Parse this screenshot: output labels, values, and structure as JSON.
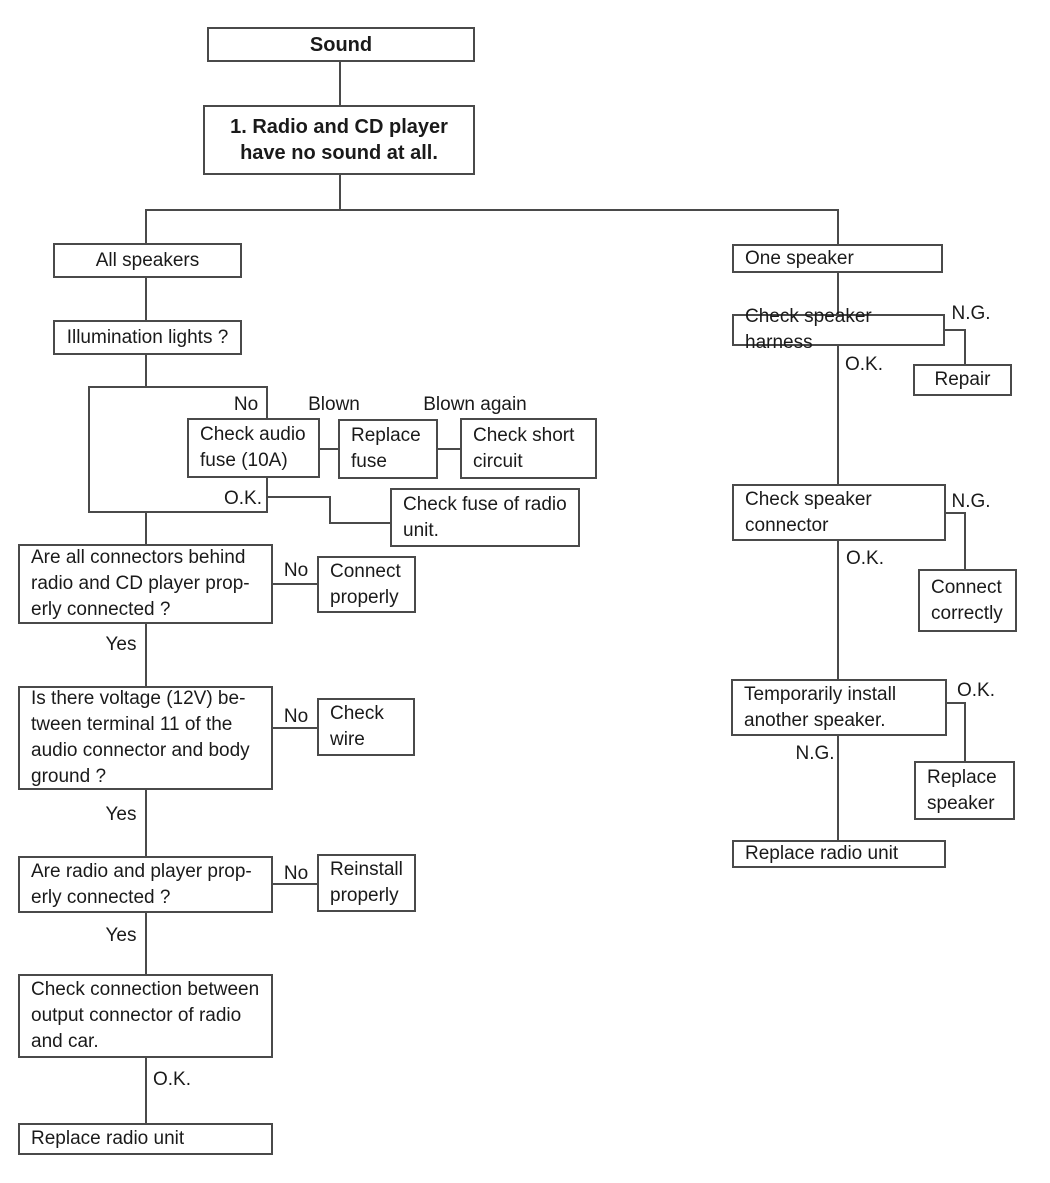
{
  "diagram": {
    "nodes": {
      "sound": "Sound",
      "problem": "1. Radio and CD player\nhave no sound at all.",
      "all_speakers": "All speakers",
      "illumination": "Illumination lights ?",
      "check_audio_fuse": "Check audio\nfuse (10A)",
      "replace_fuse": "Replace\nfuse",
      "check_short_circuit": "Check short\ncircuit",
      "check_fuse_radio": "Check fuse of radio\nunit.",
      "connectors_q": "Are all connectors behind\nradio and CD player prop-\nerly connected ?",
      "connect_properly": "Connect\nproperly",
      "voltage_q": "Is there voltage (12V) be-\ntween terminal 11 of the\naudio connector and body\nground ?",
      "check_wire": "Check\nwire",
      "radio_player_q": "Are radio and player prop-\nerly connected ?",
      "reinstall_properly": "Reinstall\nproperly",
      "check_connection": "Check connection between\noutput connector of radio\nand car.",
      "replace_radio_left": "Replace radio unit",
      "one_speaker": "One speaker",
      "check_speaker_harness": "Check speaker harness",
      "repair": "Repair",
      "check_speaker_connector": "Check speaker\nconnector",
      "connect_correctly": "Connect\ncorrectly",
      "temporarily_install": "Temporarily install\nanother speaker.",
      "replace_speaker": "Replace\nspeaker",
      "replace_radio_right": "Replace radio unit"
    },
    "labels": {
      "no_fuse": "No",
      "blown": "Blown",
      "blown_again": "Blown again",
      "ok_fuse": "O.K.",
      "no_connectors": "No",
      "yes_connectors": "Yes",
      "no_voltage": "No",
      "yes_voltage": "Yes",
      "no_radio_player": "No",
      "yes_radio_player": "Yes",
      "ok_connection": "O.K.",
      "ng_harness": "N.G.",
      "ok_harness": "O.K.",
      "ng_connector": "N.G.",
      "ok_connector": "O.K.",
      "ok_temp": "O.K.",
      "ng_temp": "N.G."
    },
    "colors": {
      "line": "#4a4a4a",
      "text": "#1a1a1a",
      "background": "#ffffff"
    }
  }
}
